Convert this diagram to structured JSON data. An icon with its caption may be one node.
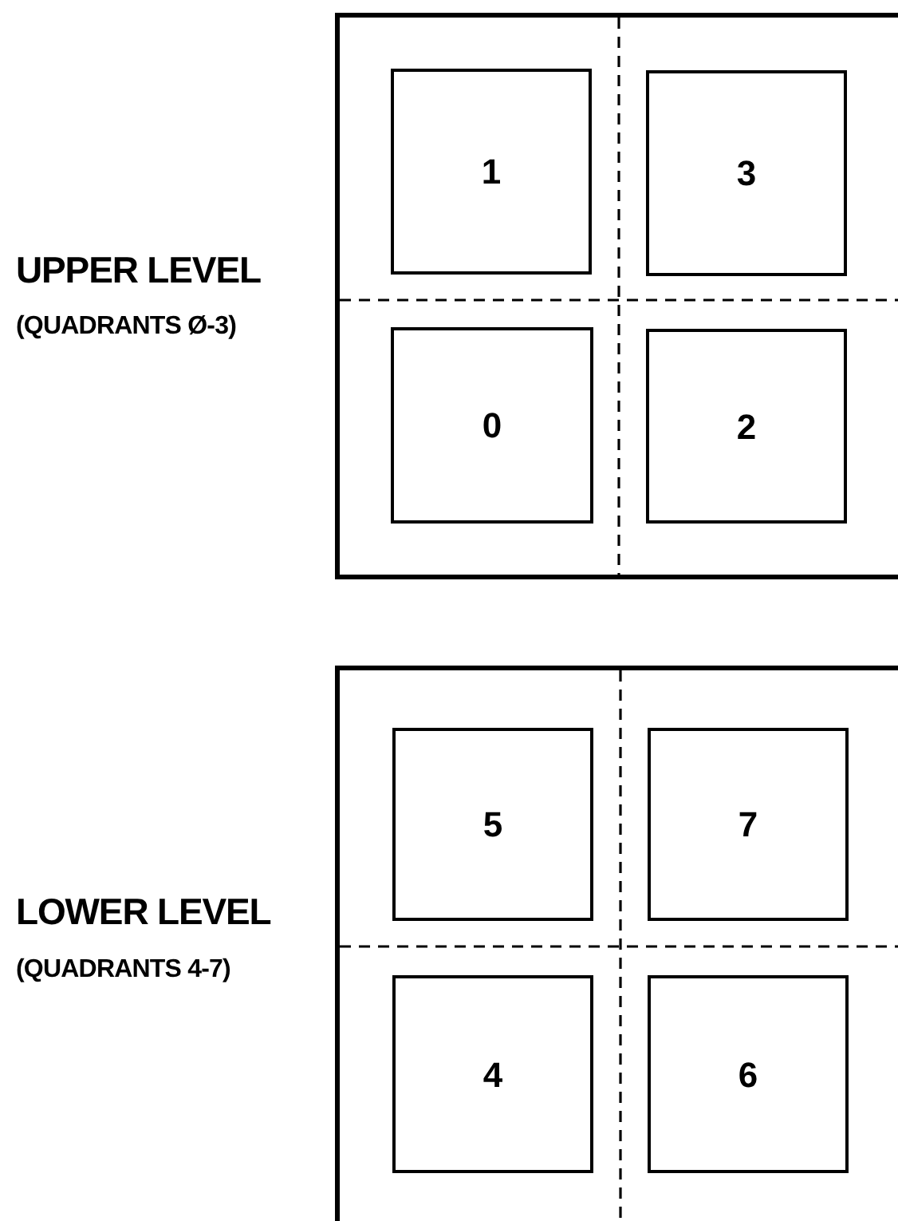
{
  "diagram": {
    "nodes": [
      {
        "text": [
          "UPPER LEVEL",
          "(QUADRANTS Ø-3)"
        ]
      },
      {
        "text": [
          "1"
        ],
        "in": 0
      },
      {
        "text": [
          "3"
        ],
        "in": 0
      },
      {
        "text": [
          "0"
        ],
        "in": 0
      },
      {
        "text": [
          "2"
        ],
        "in": 0
      },
      {
        "text": [
          "LOWER LEVEL",
          "(QUADRANTS 4-7)"
        ]
      },
      {
        "text": [
          "5"
        ],
        "in": 5
      },
      {
        "text": [
          "7"
        ],
        "in": 5
      },
      {
        "text": [
          "4"
        ],
        "in": 5
      },
      {
        "text": [
          "6"
        ],
        "in": 5
      }
    ]
  }
}
